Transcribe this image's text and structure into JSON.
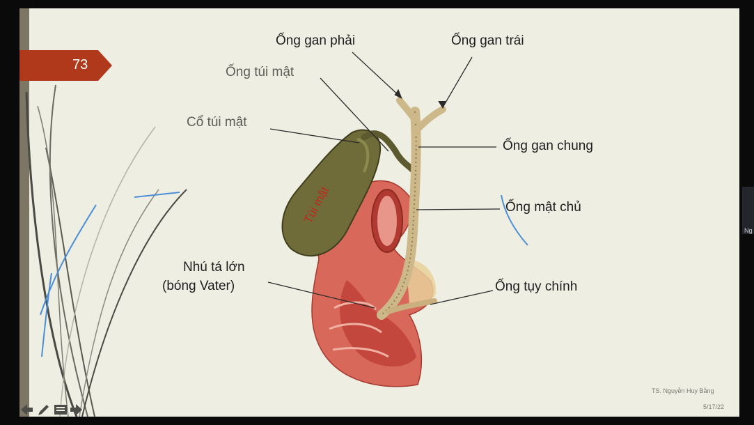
{
  "slide": {
    "number": "73",
    "author": "TS. Nguyễn Huy Bằng",
    "date": "5/17/22",
    "organ_text": "Túi mật"
  },
  "labels": {
    "right_hepatic_duct": "Ống gan phải",
    "left_hepatic_duct": "Ống gan trái",
    "cystic_duct": "Ống túi mật",
    "gallbladder_neck": "Cổ túi mật",
    "common_hepatic_duct": "Ống gan chung",
    "common_bile_duct": "Ống mật chủ",
    "major_papilla_line1": "Nhú tá lớn",
    "major_papilla_line2": "(bóng Vater)",
    "main_pancreatic_duct": "Ống tụy chính"
  },
  "side_panel": {
    "text": "Ng"
  },
  "toolbar": {
    "icons": [
      "previous-arrow-icon",
      "pen-icon",
      "slides-menu-icon",
      "next-arrow-icon"
    ]
  },
  "colors": {
    "slide_background": "#efeee3",
    "number_tab": "#b0391c",
    "ink_annotation": "#4a8ed6"
  }
}
